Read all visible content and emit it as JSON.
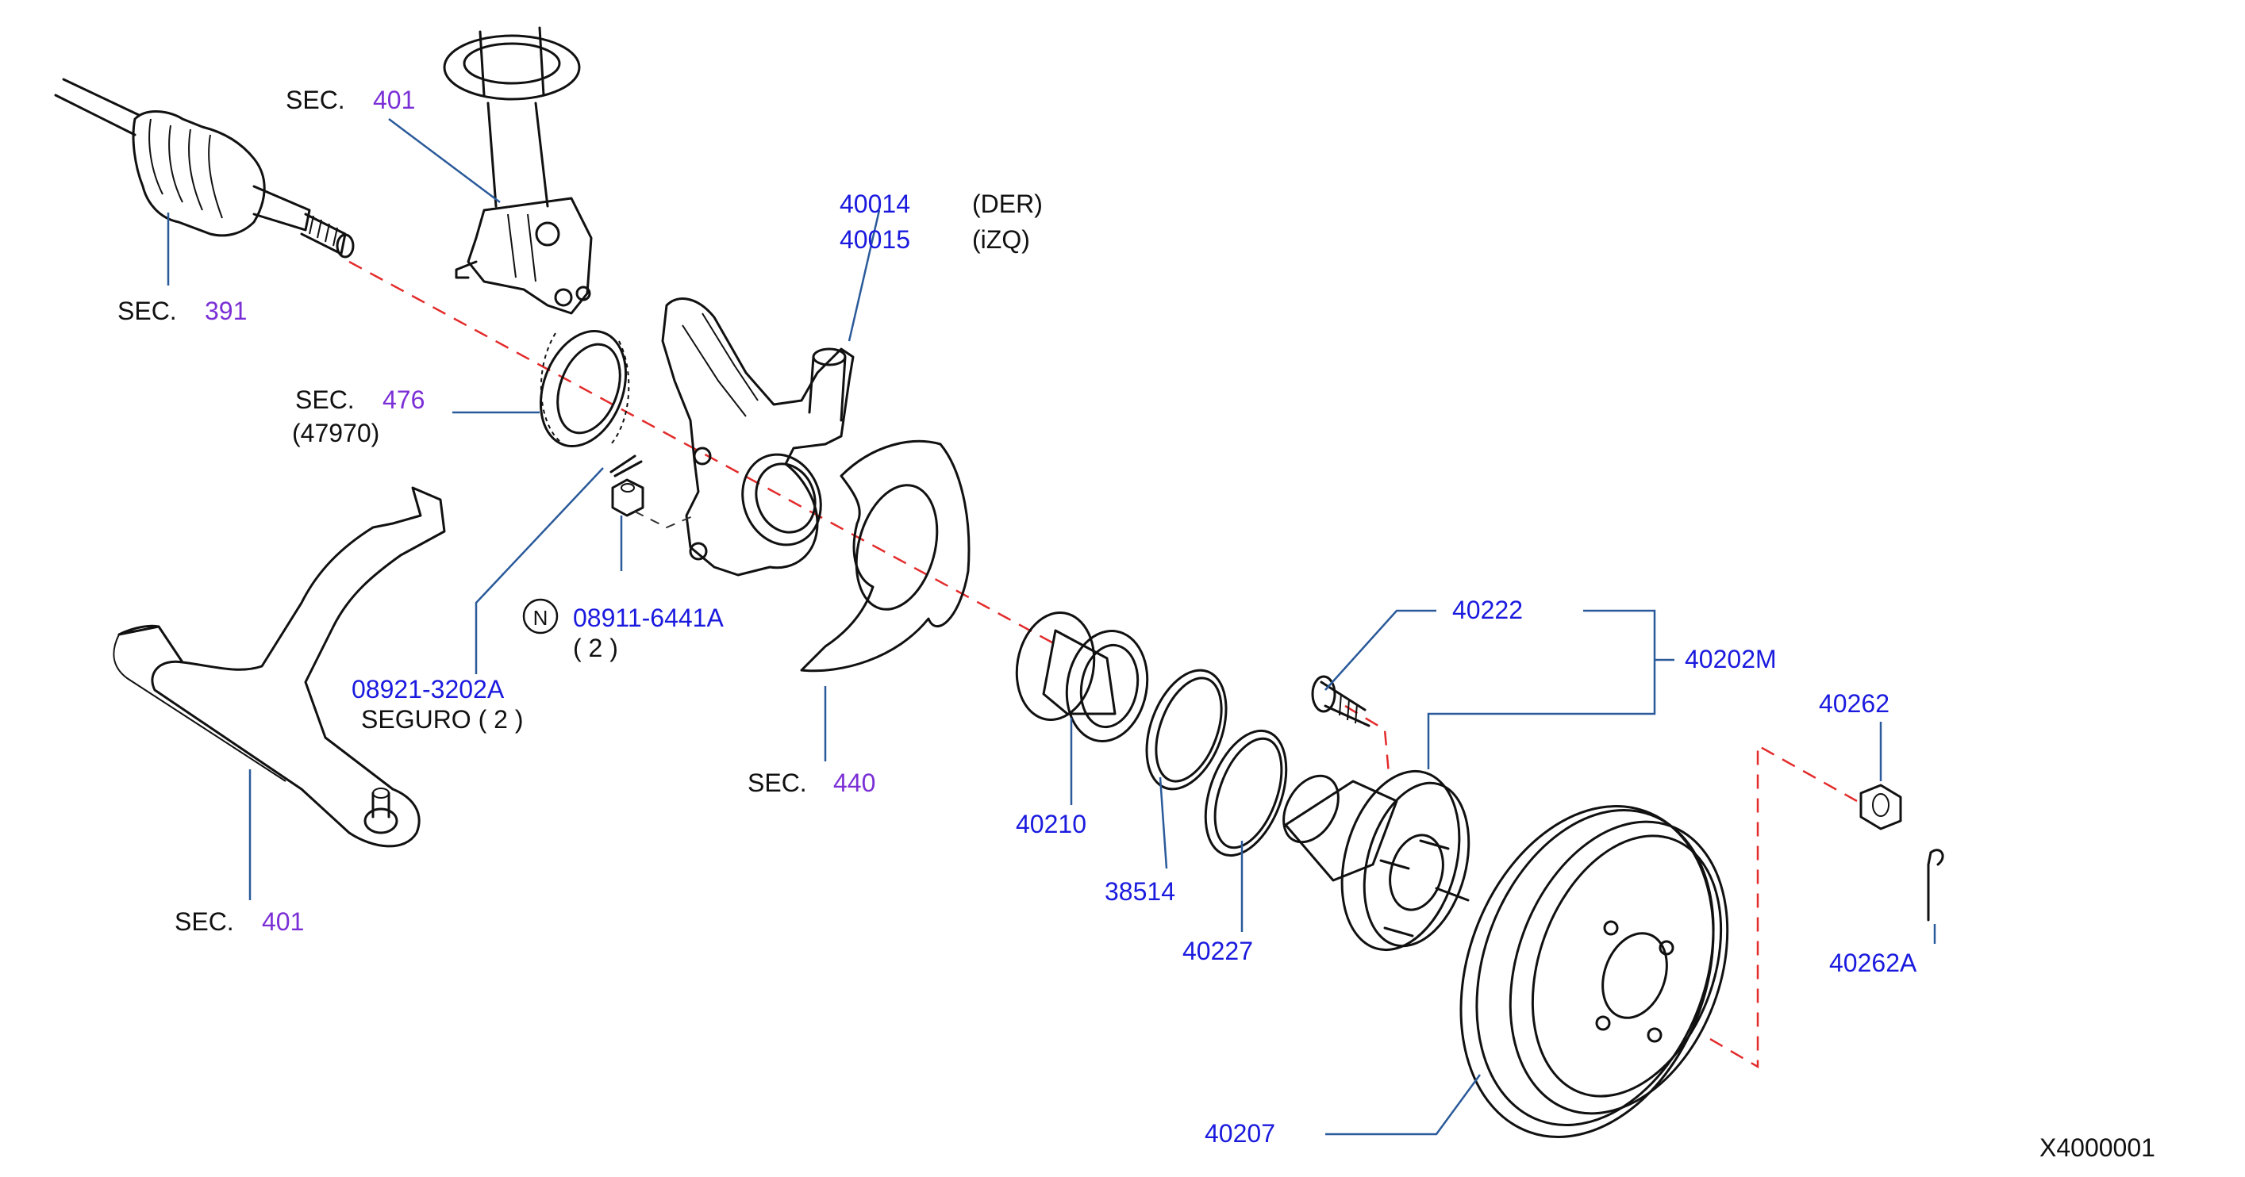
{
  "labels": {
    "sec401_top": {
      "prefix": "SEC.",
      "num": "401"
    },
    "sec391": {
      "prefix": "SEC.",
      "num": "391"
    },
    "sec476": {
      "prefix": "SEC.",
      "num": "476",
      "sub": "(47970)"
    },
    "sec440": {
      "prefix": "SEC.",
      "num": "440"
    },
    "sec401_bottom": {
      "prefix": "SEC.",
      "num": "401"
    },
    "p40014": {
      "num": "40014",
      "note": "(DER)"
    },
    "p40015": {
      "num": "40015",
      "note": "(iZQ)"
    },
    "p08911": {
      "badge": "N",
      "num": "08911-6441A",
      "qty": "( 2 )"
    },
    "p08921": {
      "num": "08921-3202A",
      "note": "SEGURO ( 2 )"
    },
    "p40210": "40210",
    "p38514": "38514",
    "p40227": "40227",
    "p40222": "40222",
    "p40202M": "40202M",
    "p40262": "40262",
    "p40262A": "40262A",
    "p40207": "40207",
    "drawing_id": "X4000001"
  },
  "colors": {
    "part_number": "#1a1adf",
    "section_number": "#7b2fd6",
    "text": "#111111",
    "leader": "#2a5a9a",
    "axis_line": "#e32b2b"
  }
}
